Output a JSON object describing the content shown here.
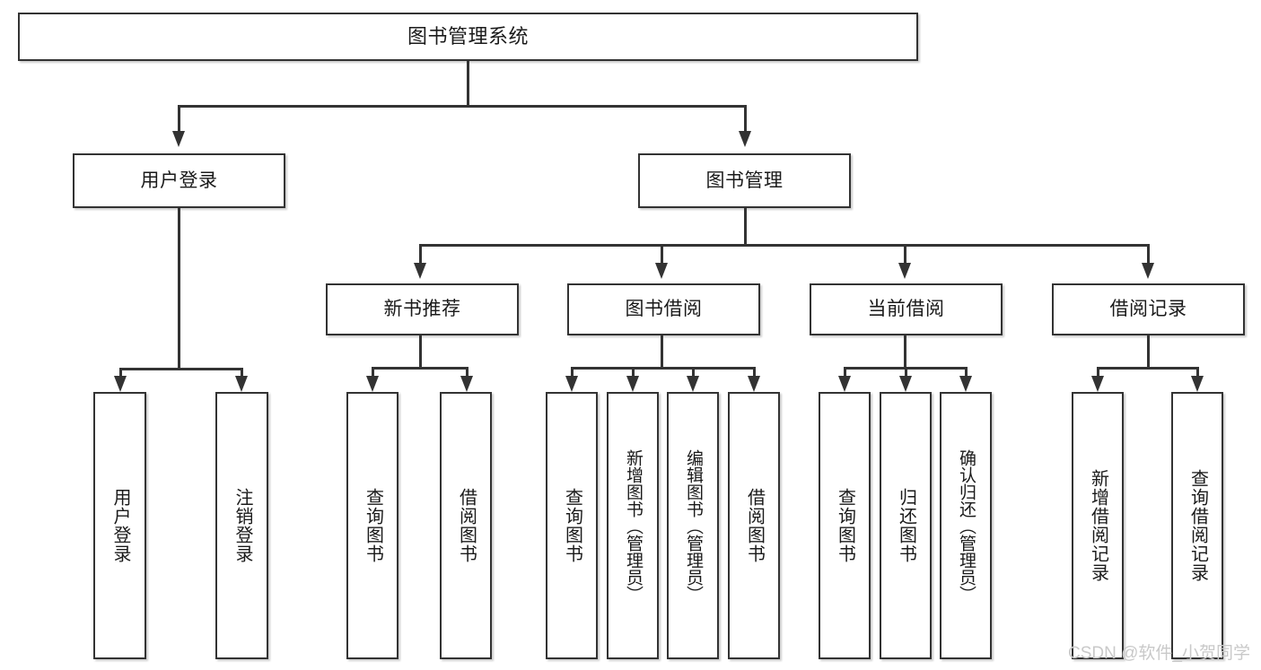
{
  "diagram": {
    "type": "tree-hierarchy",
    "title": "图书管理系统",
    "watermark": "CSDN @软件_小贺同学",
    "colors": {
      "stroke": "#333333",
      "fill": "#ffffff",
      "text": "#1a1a1a",
      "watermark": "#c9c9c9"
    },
    "root": {
      "label": "图书管理系统"
    },
    "level2": [
      {
        "label": "用户登录"
      },
      {
        "label": "图书管理"
      }
    ],
    "level3": [
      {
        "label": "新书推荐"
      },
      {
        "label": "图书借阅"
      },
      {
        "label": "当前借阅"
      },
      {
        "label": "借阅记录"
      }
    ],
    "leaves": {
      "user_login": [
        {
          "label": "用户登录"
        },
        {
          "label": "注销登录"
        }
      ],
      "new_book": [
        {
          "label": "查询图书"
        },
        {
          "label": "借阅图书"
        }
      ],
      "book_borrow": [
        {
          "label": "查询图书"
        },
        {
          "label": "新增图书（管理员）"
        },
        {
          "label": "编辑图书（管理员）"
        },
        {
          "label": "借阅图书"
        }
      ],
      "current_borrow": [
        {
          "label": "查询图书"
        },
        {
          "label": "归还图书"
        },
        {
          "label": "确认归还（管理员）"
        }
      ],
      "borrow_record": [
        {
          "label": "新增借阅记录"
        },
        {
          "label": "查询借阅记录"
        }
      ]
    }
  }
}
